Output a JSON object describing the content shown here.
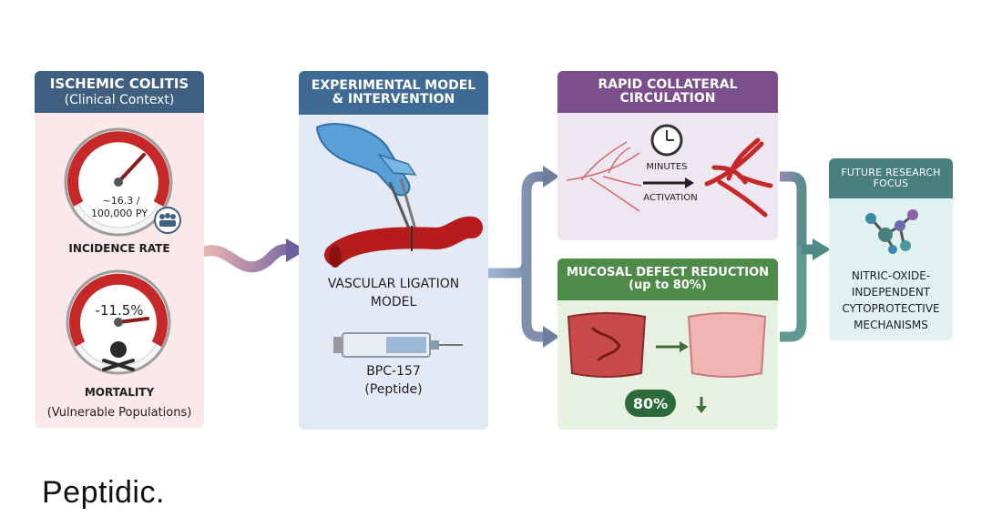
{
  "panels": {
    "clinical": {
      "title": "ISCHEMIC COLITIS",
      "subtitle": "(Clinical Context)",
      "gauge1_value": "~16.3 /",
      "gauge1_unit": "100,000 PY",
      "gauge1_label": "INCIDENCE RATE",
      "gauge2_value": "-11.5%",
      "gauge2_label": "MORTALITY",
      "gauge2_sub": "(Vulnerable Populations)"
    },
    "model": {
      "title_line1": "EXPERIMENTAL MODEL",
      "title_line2": "& INTERVENTION",
      "ligation_line1": "VASCULAR LIGATION",
      "ligation_line2": "MODEL",
      "peptide_line1": "BPC-157",
      "peptide_line2": "(Peptide)"
    },
    "collateral": {
      "title_line1": "RAPID COLLATERAL",
      "title_line2": "CIRCULATION",
      "minutes_label": "MINUTES",
      "activation_label": "ACTIVATION"
    },
    "mucosal": {
      "title_line1": "MUCOSAL DEFECT REDUCTION",
      "title_line2": "(up to 80%)",
      "badge": "80%"
    },
    "future": {
      "title_line1": "FUTURE RESEARCH",
      "title_line2": "FOCUS",
      "body_line1": "NITRIC-OXIDE-",
      "body_line2": "INDEPENDENT",
      "body_line3": "CYTOPROTECTIVE",
      "body_line4": "MECHANISMS"
    }
  },
  "brand": "Peptidic.",
  "colors": {
    "clinical_header": "#3f5f80",
    "model_header": "#3f6a94",
    "collateral_header": "#7a4f8c",
    "mucosal_header": "#4e8a48",
    "future_header": "#4a7f80",
    "vessel_red": "#c62828"
  }
}
